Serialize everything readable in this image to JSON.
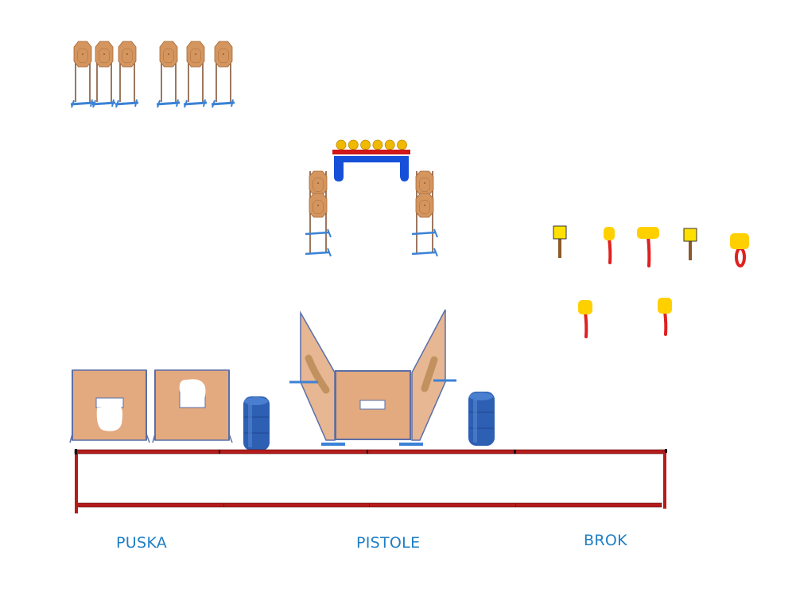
{
  "diagram": {
    "title": "Shooting stage layout",
    "colors": {
      "target_fill": "#d4955e",
      "target_stroke": "#a56a3a",
      "stand_pole": "#7a4a2a",
      "stand_base": "#3b82d6",
      "wall_fill": "#e3a97f",
      "wall_stroke": "#5a6fa8",
      "barrel": "#2d5fb3",
      "fault_line": "#b51c1c",
      "popper_yellow": "#ffe000",
      "popper_red": "#e02020",
      "steel_plate": "#f0b800",
      "plate_rack_base": "#1650d8",
      "plate_rack_bar": "#d01818",
      "label_text": "#1f7fc4"
    },
    "sections": [
      {
        "id": "puska",
        "label": "PUSKA"
      },
      {
        "id": "pistole",
        "label": "PISTOLE"
      },
      {
        "id": "brok",
        "label": "BROK"
      }
    ],
    "elements": {
      "paper_targets_top_row": 6,
      "plate_rack_plates": 6,
      "stacked_paper_target_stands": 2,
      "shotgun_targets_row1": 5,
      "shotgun_targets_row2": 2,
      "barrels": 2,
      "rifle_walls": 2,
      "pistol_walls": 3
    }
  }
}
